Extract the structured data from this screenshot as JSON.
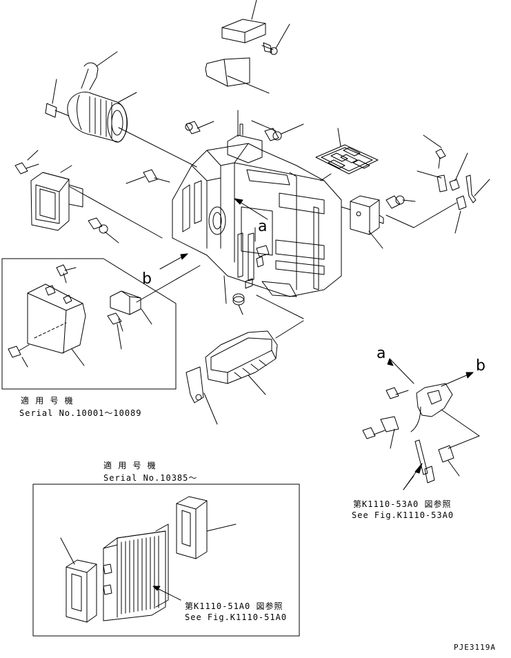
{
  "diagram": {
    "callouts": {
      "a_main": "a",
      "b_main": "b",
      "a_detail": "a",
      "b_detail": "b"
    },
    "inset_left": {
      "applicable_label": "適 用 号 機",
      "serial": "Serial No.10001〜10089"
    },
    "inset_bottom": {
      "applicable_label": "適 用 号 機",
      "serial": "Serial No.10385〜",
      "ref_jp": "第K1110-51A0 図参照",
      "ref_en": "See Fig.K1110-51A0"
    },
    "detail_right": {
      "ref_jp": "第K1110-53A0 図参照",
      "ref_en": "See Fig.K1110-53A0"
    },
    "page_code": "PJE3119A"
  }
}
